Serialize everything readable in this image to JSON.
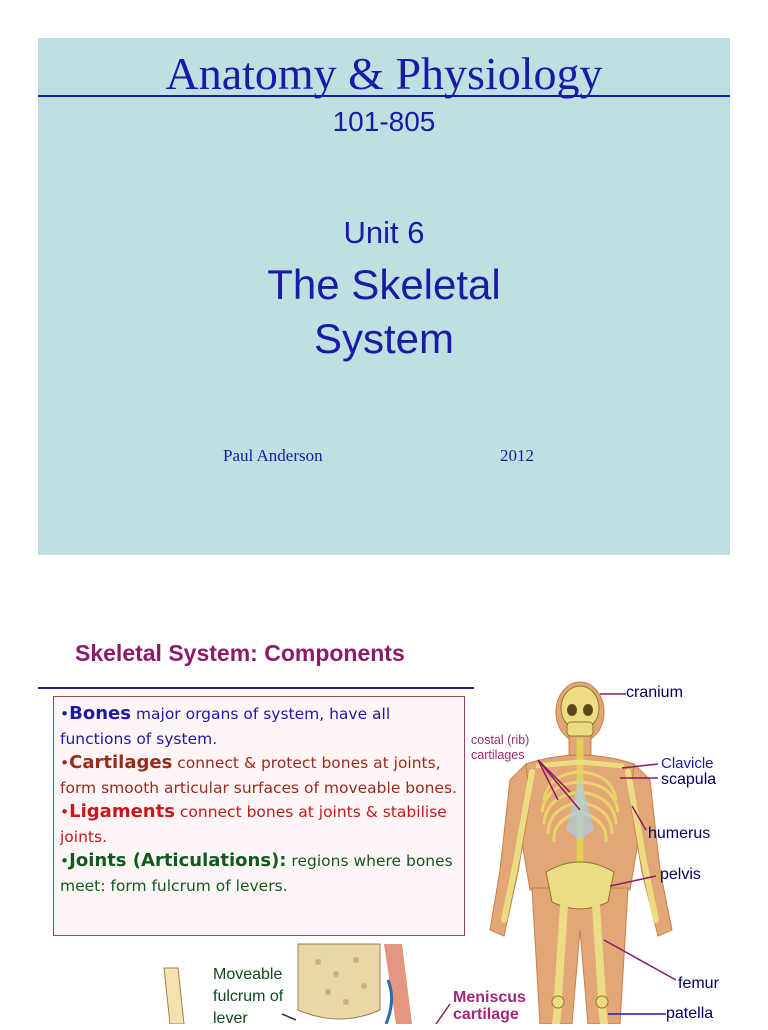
{
  "slide1": {
    "title": "Anatomy & Physiology",
    "course_code": "101-805",
    "unit": "Unit 6",
    "topic_line1": "The Skeletal",
    "topic_line2": "System",
    "author": "Paul Anderson",
    "year": "2012"
  },
  "slide2": {
    "title": "Skeletal  System: Components",
    "definitions": [
      {
        "term": "Bones",
        "text": " major organs of system, have all functions of system."
      },
      {
        "term": "Cartilages",
        "text": " connect & protect bones at joints, form smooth articular surfaces of moveable bones."
      },
      {
        "term": "Ligaments",
        "text": " connect bones at joints & stabilise joints."
      },
      {
        "term": "Joints (Articulations):",
        "text": " regions where bones meet: form fulcrum of levers."
      }
    ],
    "skeleton_labels": {
      "cranium": "cranium",
      "costal_line1": "costal (rib)",
      "costal_line2": "cartilages",
      "clavicle": "Clavicle",
      "scapula": "scapula",
      "humerus": "humerus",
      "pelvis": "pelvis",
      "femur": "femur",
      "patella": "patella"
    },
    "knee_labels": {
      "fulcrum_line1": "Moveable",
      "fulcrum_line2": "fulcrum of",
      "fulcrum_line3": "lever",
      "meniscus_line1": "Meniscus",
      "meniscus_line2": "cartilage"
    }
  },
  "colors": {
    "slide1_background": "#bfe0e1",
    "slide1_text": "#1a1aa8",
    "slide2_title": "#8b1a6a",
    "bone": "#e8d77a",
    "skin": "#e0a070"
  }
}
